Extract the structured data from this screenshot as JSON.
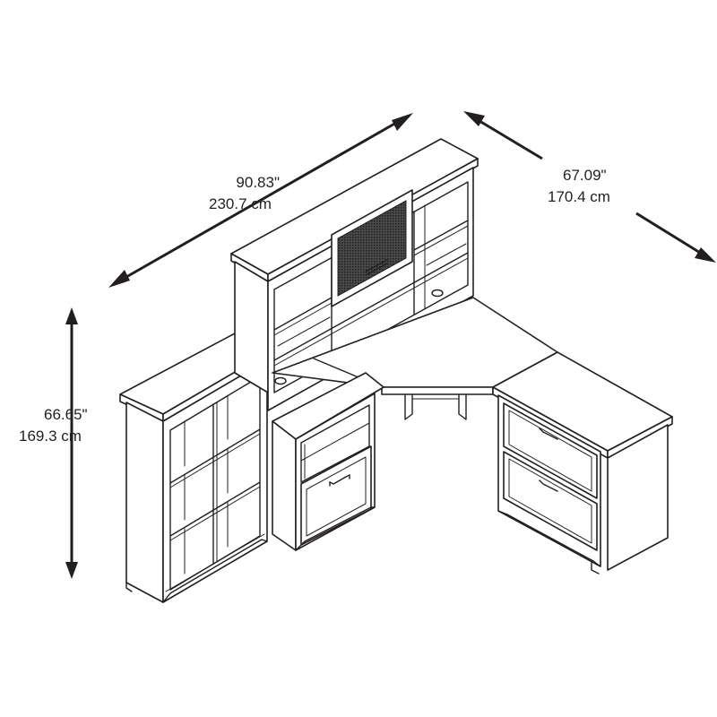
{
  "dimensions": {
    "width": {
      "imperial": "90.83\"",
      "metric": "230.7 cm"
    },
    "depth": {
      "imperial": "67.09\"",
      "metric": "170.4 cm"
    },
    "height": {
      "imperial": "66.65\"",
      "metric": "169.3 cm"
    }
  },
  "colors": {
    "line": "#231f20",
    "fill": "#ffffff",
    "glass": "#3a3a3a"
  }
}
